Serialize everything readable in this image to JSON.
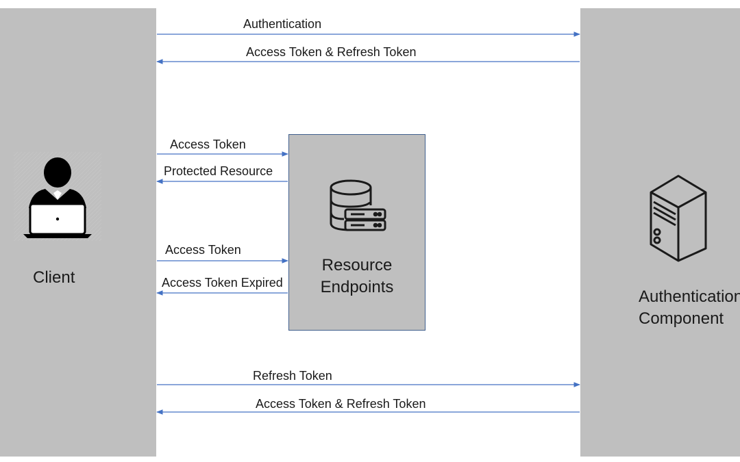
{
  "diagram": {
    "client": {
      "label": "Client",
      "icon": "user-laptop-icon"
    },
    "auth_component": {
      "label": "Authentication Component",
      "icon": "server-tower-icon"
    },
    "resource": {
      "label": "Resource Endpoints",
      "icon": "database-server-icon"
    },
    "messages": {
      "m1": "Authentication",
      "m2": "Access Token & Refresh Token",
      "m3": "Access Token",
      "m4": "Protected Resource",
      "m5": "Access Token",
      "m6": "Access Token Expired",
      "m7": "Refresh Token",
      "m8": "Access Token & Refresh Token"
    },
    "colors": {
      "lane": "#bfbfbf",
      "arrow": "#4472c4",
      "box_border": "#3f5e8c"
    }
  }
}
